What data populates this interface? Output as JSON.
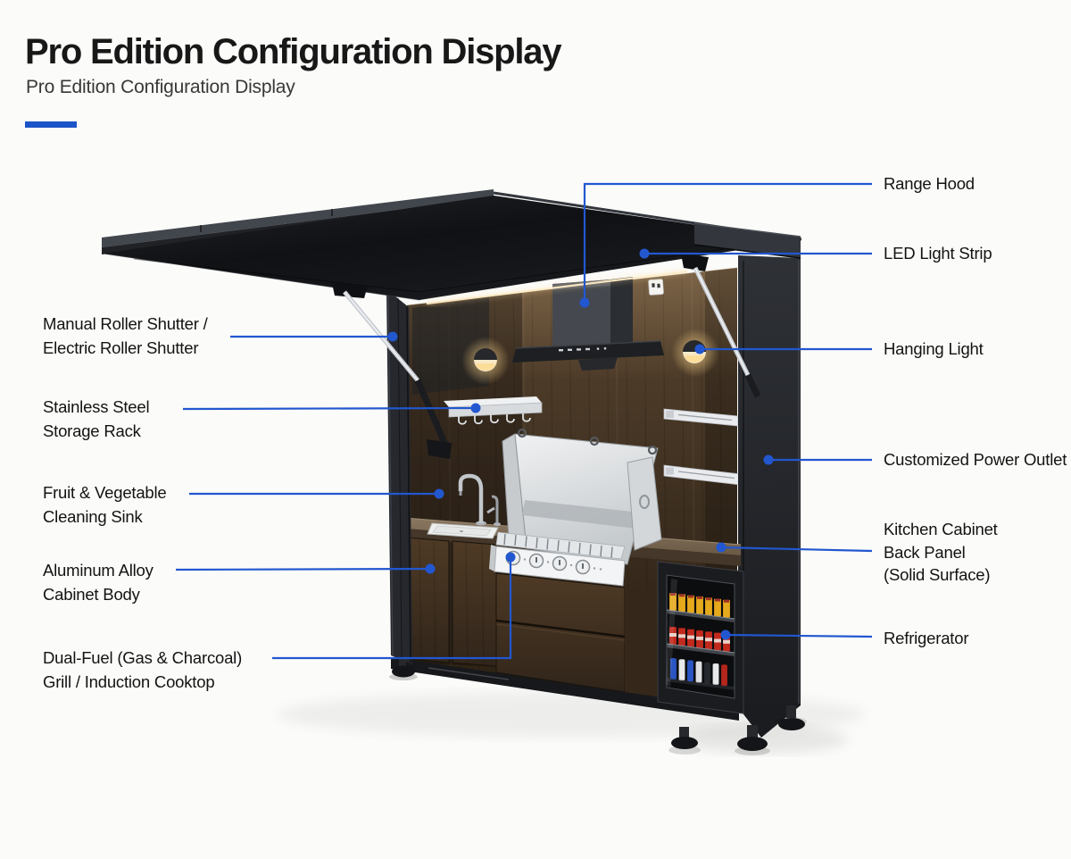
{
  "header": {
    "title": "Pro Edition Configuration Display",
    "subtitle": "Pro Edition Configuration Display"
  },
  "colors": {
    "accent_line": "#2257d0",
    "accent_bar": "#1b54c8",
    "background": "#fbfbf9"
  },
  "illustration": {
    "name": "outdoor-kitchen-cabinet-render"
  },
  "callouts": {
    "left": [
      {
        "id": "roller-shutter",
        "label": "Manual Roller Shutter /\nElectric Roller Shutter"
      },
      {
        "id": "storage-rack",
        "label": "Stainless Steel\nStorage Rack"
      },
      {
        "id": "cleaning-sink",
        "label": "Fruit & Vegetable\nCleaning Sink"
      },
      {
        "id": "cabinet-body",
        "label": "Aluminum Alloy\nCabinet Body"
      },
      {
        "id": "grill",
        "label": "Dual-Fuel (Gas & Charcoal)\nGrill / Induction Cooktop"
      }
    ],
    "right": [
      {
        "id": "range-hood",
        "label": "Range Hood"
      },
      {
        "id": "led-strip",
        "label": "LED Light Strip"
      },
      {
        "id": "hanging-light",
        "label": "Hanging Light"
      },
      {
        "id": "power-outlet",
        "label": "Customized Power Outlet"
      },
      {
        "id": "back-panel",
        "label": "Kitchen Cabinet\nBack Panel\n(Solid Surface)"
      },
      {
        "id": "refrigerator",
        "label": "Refrigerator"
      }
    ]
  }
}
